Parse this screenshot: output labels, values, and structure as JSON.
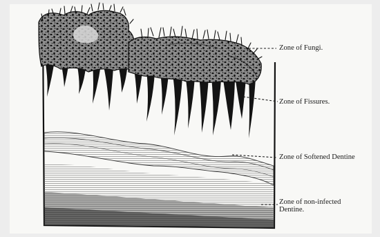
{
  "labels": {
    "fungi": "Zone of Fungi.",
    "fissures": "Zone of Fissures.",
    "softened": "Zone of Softened Dentine",
    "noninfected_line1": "Zone of non-infected",
    "noninfected_line2": "Dentine."
  }
}
